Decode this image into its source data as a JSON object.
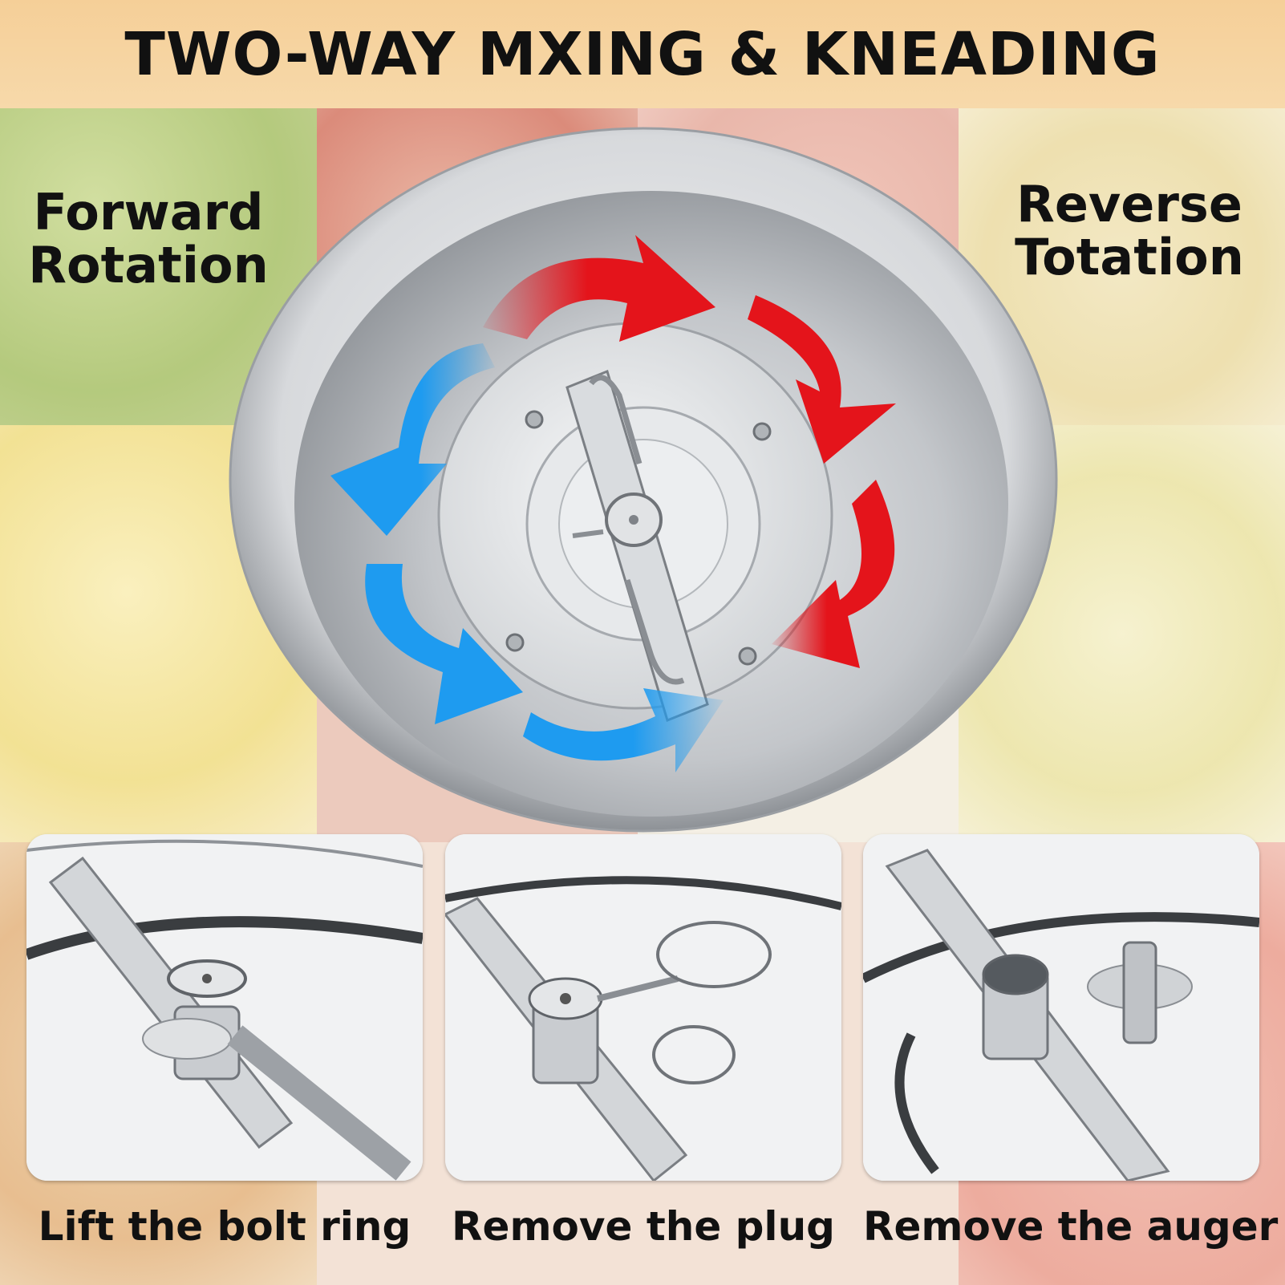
{
  "header": {
    "title": "TWO-WAY MXING & KNEADING"
  },
  "labels": {
    "forward_line1": "Forward",
    "forward_line2": "Rotation",
    "reverse_line1": "Reverse",
    "reverse_line2": "Totation"
  },
  "steps": [
    {
      "caption": "Lift the bolt ring"
    },
    {
      "caption": "Remove the plug"
    },
    {
      "caption": "Remove the auger"
    }
  ],
  "colors": {
    "header_bg": "#f6d39e",
    "forward_arrow": "#e4141b",
    "reverse_arrow": "#1e9bf0",
    "steel": "#c9ccd0"
  }
}
